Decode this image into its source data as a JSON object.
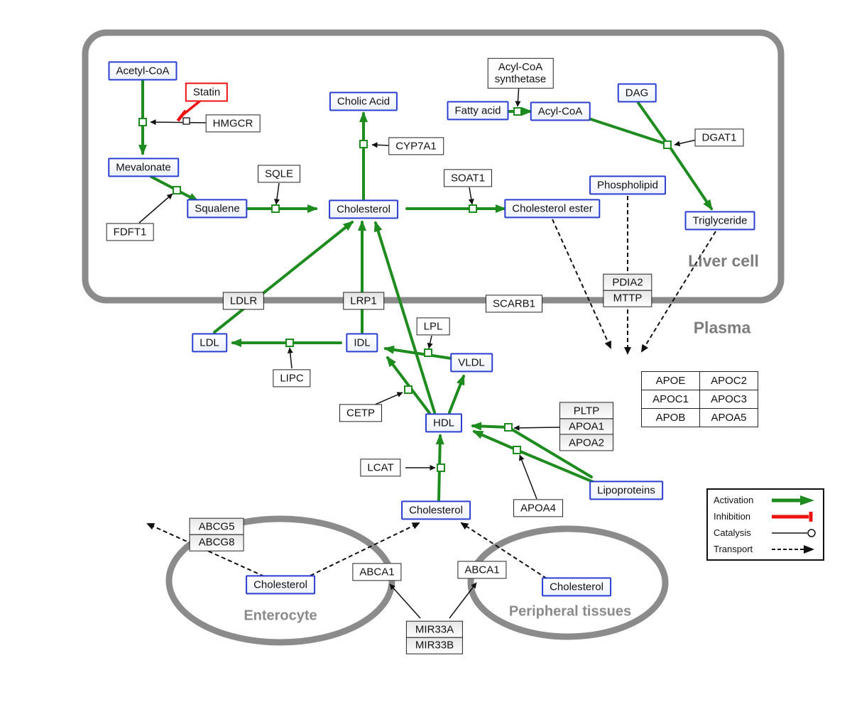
{
  "compartments": {
    "liver": "Liver cell",
    "plasma": "Plasma",
    "enterocyte": "Enterocyte",
    "peripheral_tissues": "Peripheral tissues"
  },
  "metabolites": {
    "acetyl_coa": "Acetyl-CoA",
    "mevalonate": "Mevalonate",
    "squalene": "Squalene",
    "cholic_acid": "Cholic Acid",
    "cholesterol_liver": "Cholesterol",
    "fatty_acid": "Fatty acid",
    "acyl_coa": "Acyl-CoA",
    "dag": "DAG",
    "phospholipid": "Phospholipid",
    "cholesterol_ester": "Cholesterol ester",
    "triglyceride": "Triglyceride",
    "ldl": "LDL",
    "idl": "IDL",
    "vldl": "VLDL",
    "hdl": "HDL",
    "cholesterol_plasma": "Cholesterol",
    "cholesterol_enterocyte": "Cholesterol",
    "cholesterol_peripheral": "Cholesterol",
    "lipoproteins": "Lipoproteins"
  },
  "proteins": {
    "statin": "Statin",
    "hmgcr": "HMGCR",
    "sqle": "SQLE",
    "fdft1": "FDFT1",
    "cyp7a1": "CYP7A1",
    "soat1": "SOAT1",
    "acyl_coa_synthetase_line1": "Acyl-CoA",
    "acyl_coa_synthetase_line2": "synthetase",
    "dgat1": "DGAT1",
    "pdia2": "PDIA2",
    "mttp": "MTTP",
    "ldlr": "LDLR",
    "lrp1": "LRP1",
    "scarb1": "SCARB1",
    "lpl": "LPL",
    "lipc": "LIPC",
    "cetp": "CETP",
    "lcat": "LCAT",
    "apoa4": "APOA4",
    "pltp": "PLTP",
    "apoa1": "APOA1",
    "apoa2": "APOA2",
    "abcg5": "ABCG5",
    "abcg8": "ABCG8",
    "abca1_enterocyte": "ABCA1",
    "abca1_peripheral": "ABCA1",
    "mir33a": "MIR33A",
    "mir33b": "MIR33B"
  },
  "apo_table": {
    "rows": [
      [
        "APOE",
        "APOC2"
      ],
      [
        "APOC1",
        "APOC3"
      ],
      [
        "APOB",
        "APOA5"
      ]
    ]
  },
  "legend": {
    "activation": "Activation",
    "inhibition": "Inhibition",
    "catalysis": "Catalysis",
    "transport": "Transport"
  },
  "colors": {
    "activation_green": "#1e8b1e",
    "inhibition_red": "#ee1111",
    "metabolite_blue": "#2b3fd0",
    "membrane_gray": "#8b8b8b"
  }
}
